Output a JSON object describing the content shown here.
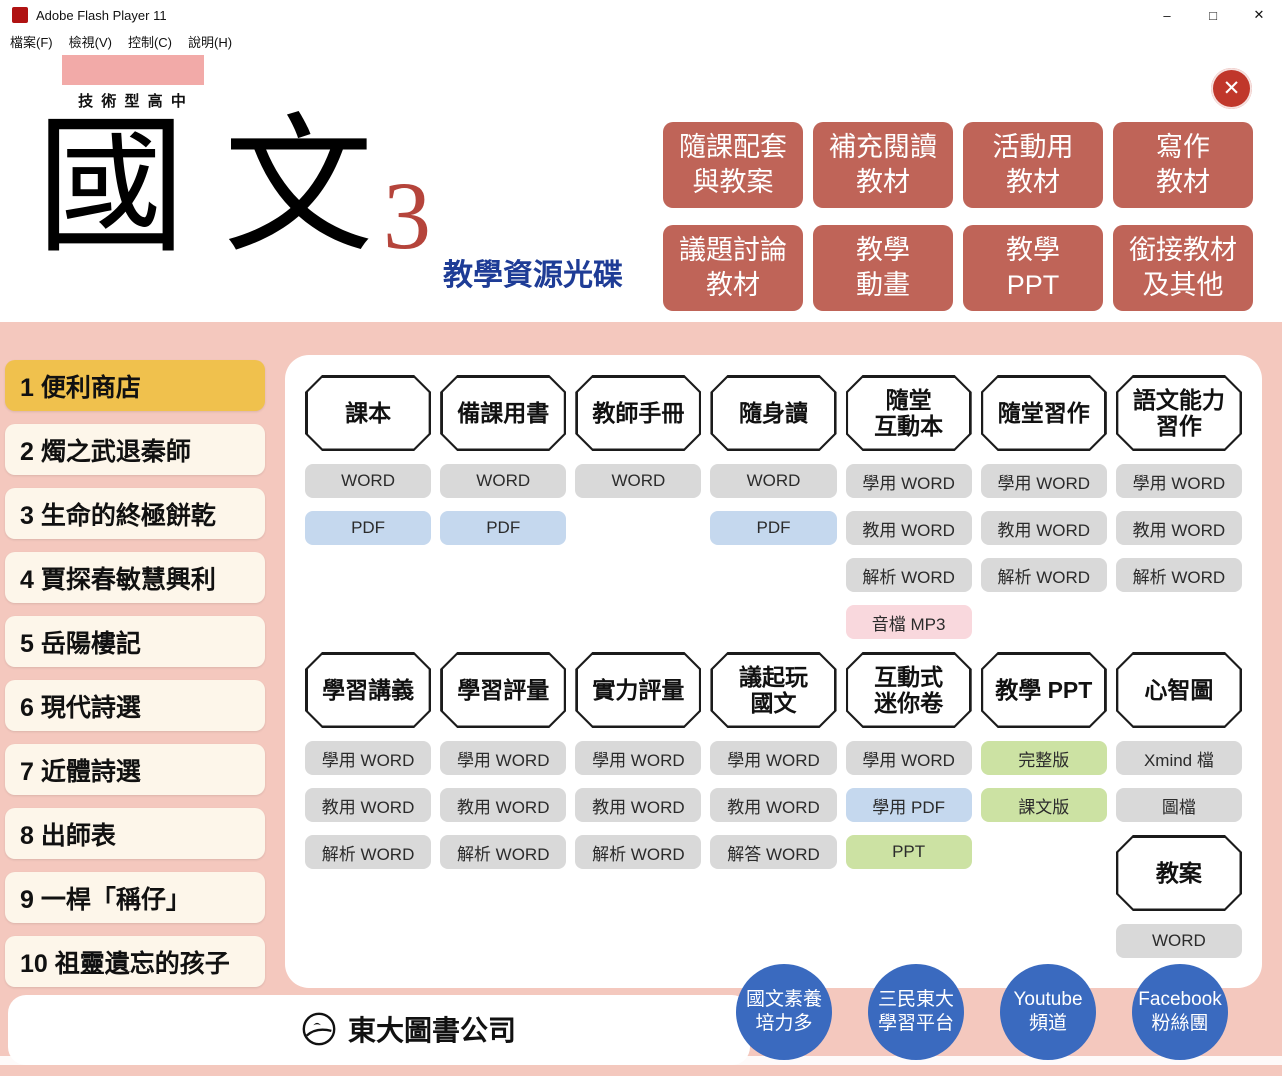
{
  "colors": {
    "brand-red": "#bf6458",
    "bg-salmon": "#f4c8be",
    "active-yellow": "#f0c14d",
    "cream": "#fdf6ea",
    "file-gray": "#d9d9d9",
    "file-blue": "#c5d8ee",
    "file-pink": "#f9d8dd",
    "file-green": "#cce2a3",
    "link-blue": "#3a6abf",
    "navy": "#1e3c96",
    "title-red": "#b5443b",
    "banner-pink": "#f2aaa8"
  },
  "window": {
    "title": "Adobe Flash Player 11",
    "minimize": "–",
    "maximize": "□",
    "close": "✕",
    "menu": [
      {
        "label": "檔案(F)"
      },
      {
        "label": "檢視(V)"
      },
      {
        "label": "控制(C)"
      },
      {
        "label": "說明(H)"
      }
    ]
  },
  "header": {
    "school_type": "技 術 型 高 中",
    "title": "國文",
    "volume": "3",
    "subtitle": "教學資源光碟",
    "exit_glyph": "✕",
    "categories": [
      {
        "label": "隨課配套\n與教案"
      },
      {
        "label": "補充閱讀\n教材"
      },
      {
        "label": "活動用\n教材"
      },
      {
        "label": "寫作\n教材"
      },
      {
        "label": "議題討論\n教材"
      },
      {
        "label": "教學\n動畫"
      },
      {
        "label": "教學\nPPT"
      },
      {
        "label": "銜接教材\n及其他"
      }
    ]
  },
  "sidebar": {
    "items": [
      {
        "label": "1 便利商店",
        "active": true
      },
      {
        "label": "2 燭之武退秦師",
        "active": false
      },
      {
        "label": "3 生命的終極餅乾",
        "active": false
      },
      {
        "label": "4 賈探春敏慧興利",
        "active": false
      },
      {
        "label": "5 岳陽樓記",
        "active": false
      },
      {
        "label": "6 現代詩選",
        "active": false
      },
      {
        "label": "7 近體詩選",
        "active": false
      },
      {
        "label": "8 出師表",
        "active": false
      },
      {
        "label": "9 一桿「稱仔」",
        "active": false
      },
      {
        "label": "10 祖靈遺忘的孩子",
        "active": false
      }
    ]
  },
  "content": {
    "row1": [
      {
        "title": "課本",
        "files": [
          {
            "label": "WORD",
            "type": "word"
          },
          {
            "label": "PDF",
            "type": "pdf"
          }
        ]
      },
      {
        "title": "備課用書",
        "files": [
          {
            "label": "WORD",
            "type": "word"
          },
          {
            "label": "PDF",
            "type": "pdf"
          }
        ]
      },
      {
        "title": "教師手冊",
        "files": [
          {
            "label": "WORD",
            "type": "word"
          }
        ]
      },
      {
        "title": "隨身讀",
        "files": [
          {
            "label": "WORD",
            "type": "word"
          },
          {
            "label": "PDF",
            "type": "pdf"
          }
        ]
      },
      {
        "title": "隨堂\n互動本",
        "files": [
          {
            "label": "學用 WORD",
            "type": "word"
          },
          {
            "label": "教用 WORD",
            "type": "word"
          },
          {
            "label": "解析 WORD",
            "type": "word"
          },
          {
            "label": "音檔 MP3",
            "type": "mp3"
          }
        ]
      },
      {
        "title": "隨堂習作",
        "files": [
          {
            "label": "學用 WORD",
            "type": "word"
          },
          {
            "label": "教用 WORD",
            "type": "word"
          },
          {
            "label": "解析 WORD",
            "type": "word"
          }
        ]
      },
      {
        "title": "語文能力\n習作",
        "files": [
          {
            "label": "學用 WORD",
            "type": "word"
          },
          {
            "label": "教用 WORD",
            "type": "word"
          },
          {
            "label": "解析 WORD",
            "type": "word"
          }
        ]
      }
    ],
    "row2": [
      {
        "title": "學習講義",
        "files": [
          {
            "label": "學用 WORD",
            "type": "word"
          },
          {
            "label": "教用 WORD",
            "type": "word"
          },
          {
            "label": "解析 WORD",
            "type": "word"
          }
        ]
      },
      {
        "title": "學習評量",
        "files": [
          {
            "label": "學用 WORD",
            "type": "word"
          },
          {
            "label": "教用 WORD",
            "type": "word"
          },
          {
            "label": "解析 WORD",
            "type": "word"
          }
        ]
      },
      {
        "title": "實力評量",
        "files": [
          {
            "label": "學用 WORD",
            "type": "word"
          },
          {
            "label": "教用 WORD",
            "type": "word"
          },
          {
            "label": "解析 WORD",
            "type": "word"
          }
        ]
      },
      {
        "title": "議起玩\n國文",
        "files": [
          {
            "label": "學用 WORD",
            "type": "word"
          },
          {
            "label": "教用 WORD",
            "type": "word"
          },
          {
            "label": "解答 WORD",
            "type": "word"
          }
        ]
      },
      {
        "title": "互動式\n迷你卷",
        "files": [
          {
            "label": "學用 WORD",
            "type": "word"
          },
          {
            "label": "學用 PDF",
            "type": "pdf"
          },
          {
            "label": "PPT",
            "type": "ppt"
          }
        ]
      },
      {
        "title": "教學 PPT",
        "files": [
          {
            "label": "完整版",
            "type": "ppt"
          },
          {
            "label": "課文版",
            "type": "ppt"
          }
        ]
      },
      {
        "title": "心智圖",
        "files": [
          {
            "label": "Xmind 檔",
            "type": "word"
          },
          {
            "label": "圖檔",
            "type": "word"
          }
        ]
      }
    ],
    "lesson_plan": {
      "title": "教案",
      "files": [
        {
          "label": "WORD",
          "type": "word"
        }
      ]
    }
  },
  "footer": {
    "publisher": "東大圖書公司",
    "links": [
      {
        "label": "國文素養\n培力多"
      },
      {
        "label": "三民東大\n學習平台"
      },
      {
        "label": "Youtube\n頻道"
      },
      {
        "label": "Facebook\n粉絲團"
      }
    ]
  }
}
